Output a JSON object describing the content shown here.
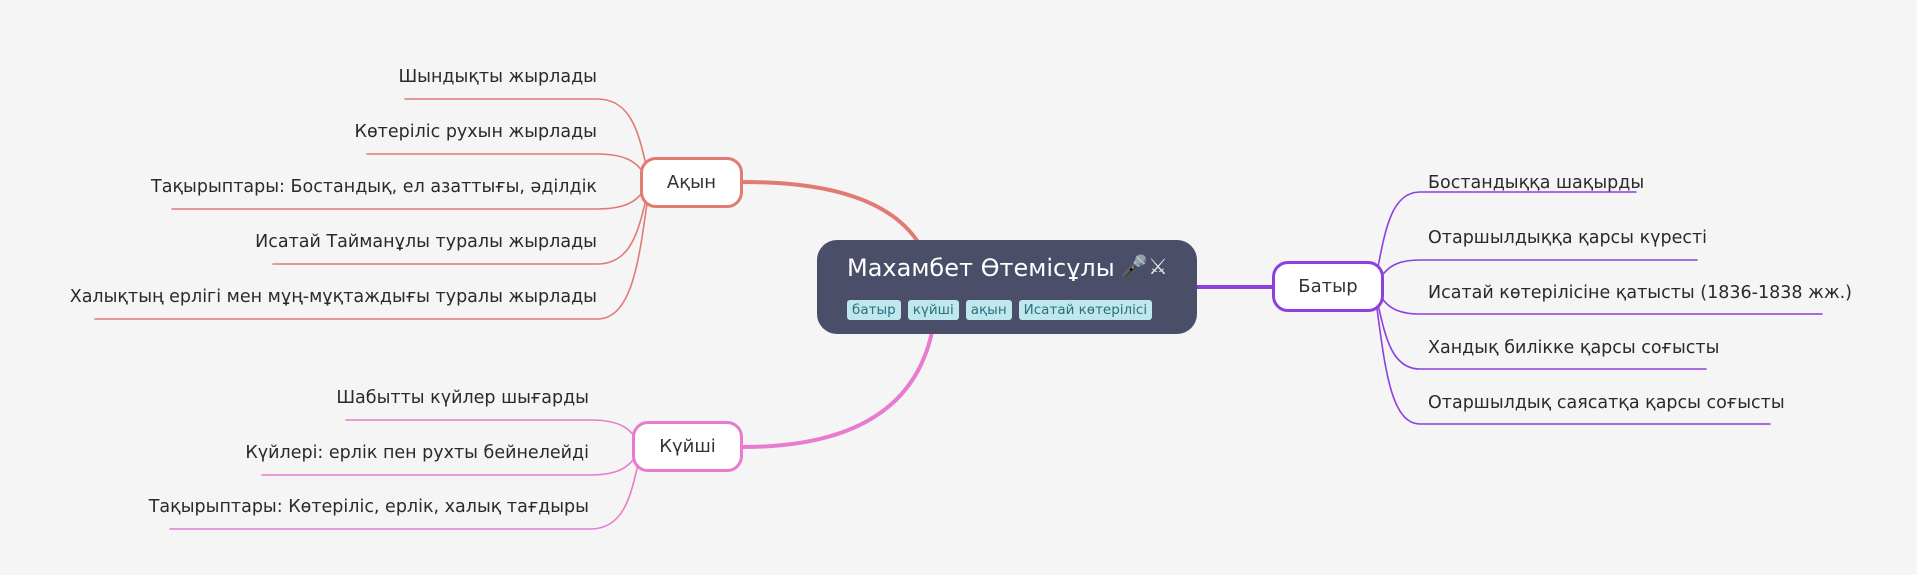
{
  "root": {
    "title": "Махамбет Өтемісұлы",
    "icons": [
      "microphone-icon",
      "crossed-swords-icon"
    ],
    "tags": [
      "батыр",
      "күйші",
      "ақын",
      "Исатай көтерілісі"
    ]
  },
  "branches": {
    "akyn": {
      "label": "Ақын",
      "color": "#e07b73",
      "children": [
        "Шындықты жырлады",
        "Көтеріліс рухын жырлады",
        "Тақырыптары: Бостандық, ел азаттығы, әділдік",
        "Исатай Тайманұлы туралы жырлады",
        "Халықтың ерлігі мен мұң-мұқтаждығы туралы жырлады"
      ]
    },
    "kuishi": {
      "label": "Күйші",
      "color": "#e87bcf",
      "children": [
        "Шабытты күйлер шығарды",
        "Күйлері: ерлік пен рухты бейнелейді",
        "Тақырыптары: Көтеріліс, ерлік, халық тағдыры"
      ]
    },
    "batyr": {
      "label": "Батыр",
      "color": "#8d3fe0",
      "children": [
        "Бостандыққа шақырды",
        "Отаршылдыққа қарсы күресті",
        "Исатай көтерілісіне қатысты (1836-1838 жж.)",
        "Хандық билікке қарсы соғысты",
        "Отаршылдық саясатқа қарсы соғысты"
      ]
    }
  }
}
